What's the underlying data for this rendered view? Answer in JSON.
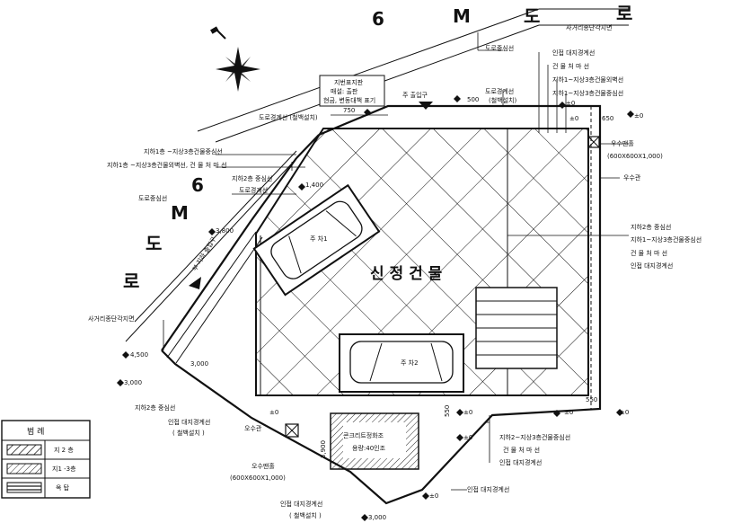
{
  "road_top": {
    "num": "6",
    "m": "M",
    "do": "도",
    "ro": "로"
  },
  "road_left": {
    "num": "6",
    "m": "M",
    "do": "도",
    "ro": "로"
  },
  "building_name": "신 정 건 물",
  "entrance_top": "주 출입구",
  "entrance_side": "부 지하 출입구",
  "notes": {
    "survey_box": [
      "지번표지판",
      "매설: 출판",
      "현금, 변동대책 표기"
    ],
    "road_ref_top": "도로중심선",
    "road_edge_top": "도로경계선",
    "road_edge_top_sub": "(철백설치)",
    "road_edge_left": "도로경계선 (철백설치)",
    "dim_750": "750",
    "dim_500": "500",
    "dim_1400": "1,400",
    "dim_3800": "3,800",
    "dim_4500": "4,500",
    "dim_3000a": "3,000",
    "dim_3000b": "3,000",
    "dim_650": "650",
    "dim_550a": "550",
    "dim_550b": "550",
    "dim_3900": "3,900",
    "pm0": "±0",
    "l_b1b3_center": "지하1층 ~지상3층건물중심선",
    "l_b1b3_wall": "지하1층 ~지상3층건물외벽선, 건 물 처 마 선",
    "l_b2_center": "지하2층 중심선",
    "l_road_edge2": "도로경계선",
    "l_road_center": "도로중심선",
    "l_corner": "사거리종단각지면",
    "l_b2_center2": "지하2층 중심선",
    "l_adj1": "인접 대지경계선",
    "l_adj1_sub": "( 철백설치 )",
    "l_rain": "오수관",
    "l_manhole": "오수맨홀",
    "l_manhole_size": "(600X600X1,000)",
    "l_adj_bottom": "인접 대지경계선",
    "l_adj_bottom_sub": "( 철백설치 )",
    "l_adj_right_bottom": "인접 대지경계선",
    "r_top_adj": "인접 대지경계선",
    "r_eave": "건 물 처 마 선",
    "r_b1_wall": "지하1~지상3층건물외벽선",
    "r_b1_center": "지하1~지상3층건물중심선",
    "r_rain_manhole": "우수맨홀",
    "r_rain_size": "(600X600X1,000)",
    "r_rain_pipe": "우수관",
    "r_mid_b2": "지하2층 중심선",
    "r_mid_center": "지하1~지상3층건물중심선",
    "r_mid_eave": "건 물 처 마 선",
    "r_mid_adj": "인접 대지경계선",
    "rb_center": "지하2~지상3층건물중심선",
    "rb_eave": "건 물 처 마 선",
    "rb_adj": "인접 대지경계선",
    "top_right_corner": "사거리종단각지면",
    "tank_label": "콘크리트정화조",
    "tank_cap": "용량:40인조",
    "car1": "주 차1",
    "car2": "주 차2"
  },
  "legend": {
    "title": "범 례",
    "rows": [
      {
        "label": "지 2 층"
      },
      {
        "label": "지1 -3층"
      },
      {
        "label": "옥 탑"
      }
    ]
  }
}
